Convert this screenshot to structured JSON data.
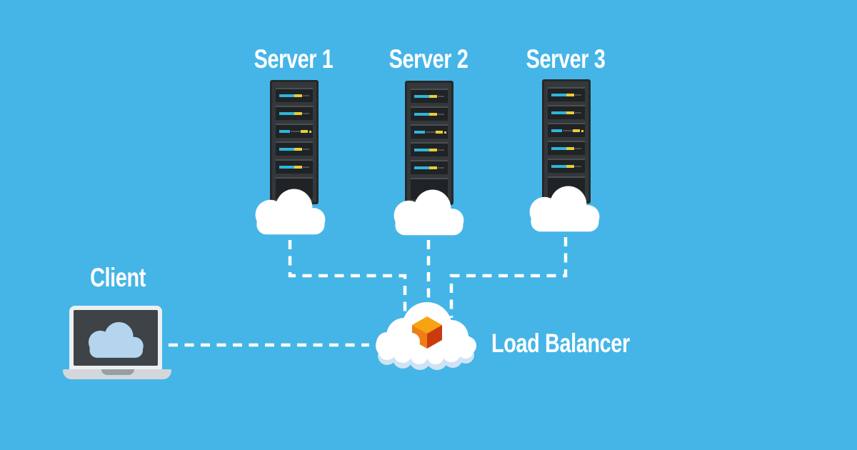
{
  "diagram": {
    "type": "architecture-diagram",
    "background_color": "#45b5e7",
    "nodes": {
      "server1": {
        "label": "Server 1",
        "icon": "server-rack-icon"
      },
      "server2": {
        "label": "Server 2",
        "icon": "server-rack-icon"
      },
      "server3": {
        "label": "Server 3",
        "icon": "server-rack-icon"
      },
      "client": {
        "label": "Client",
        "icon": "laptop-cloud-icon"
      },
      "load_balancer": {
        "label": "Load Balancer",
        "icon": "cloud-with-cube-icon"
      }
    },
    "edges": [
      {
        "from": "client",
        "to": "load_balancer",
        "style": "dashed"
      },
      {
        "from": "server1",
        "to": "load_balancer",
        "style": "dashed"
      },
      {
        "from": "server2",
        "to": "load_balancer",
        "style": "dashed"
      },
      {
        "from": "server3",
        "to": "load_balancer",
        "style": "dashed"
      }
    ],
    "colors": {
      "background": "#45b5e7",
      "label_text": "#ffffff",
      "wire": "#ffffff",
      "rack_body": "#34383a",
      "rack_slot": "#202325",
      "led_cyan": "#2eb5d9",
      "led_yellow": "#e7cd3a",
      "cloud_white": "#ffffff",
      "cloud_shadow": "#cfe3f3",
      "screen_cloud_blue": "#b5d5ee",
      "cube_top": "#f7a312",
      "cube_left": "#ee7d15",
      "cube_right": "#ca3a0e",
      "laptop_bezel": "#eceff1",
      "laptop_screen": "#3e4347",
      "laptop_base": "#d4d7d9"
    }
  }
}
